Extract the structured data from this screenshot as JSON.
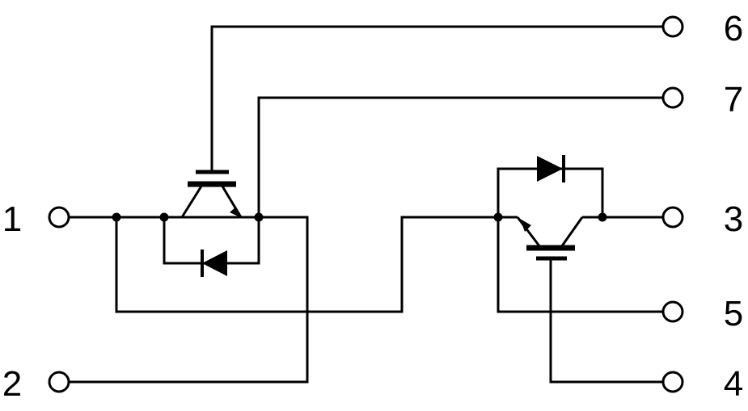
{
  "diagram": {
    "type": "circuit-schematic",
    "line_color": "#000000",
    "background": "#ffffff",
    "terminals": [
      {
        "id": "1",
        "label": "1"
      },
      {
        "id": "2",
        "label": "2"
      },
      {
        "id": "3",
        "label": "3"
      },
      {
        "id": "4",
        "label": "4"
      },
      {
        "id": "5",
        "label": "5"
      },
      {
        "id": "6",
        "label": "6"
      },
      {
        "id": "7",
        "label": "7"
      }
    ],
    "components": [
      {
        "id": "transistor-left",
        "kind": "igbt-icon"
      },
      {
        "id": "diode-left",
        "kind": "diode-icon"
      },
      {
        "id": "transistor-right",
        "kind": "igbt-icon"
      },
      {
        "id": "diode-right",
        "kind": "diode-icon"
      }
    ]
  }
}
